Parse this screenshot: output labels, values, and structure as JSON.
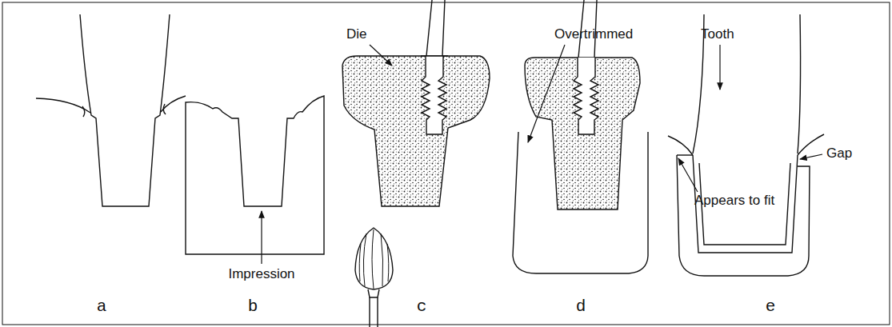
{
  "diagram": {
    "labels": [
      "Die",
      "Overtrimmed",
      "Tooth",
      "Gap",
      "Impression",
      "Appears to fit",
      "a",
      "b",
      "c",
      "d",
      "e"
    ]
  }
}
